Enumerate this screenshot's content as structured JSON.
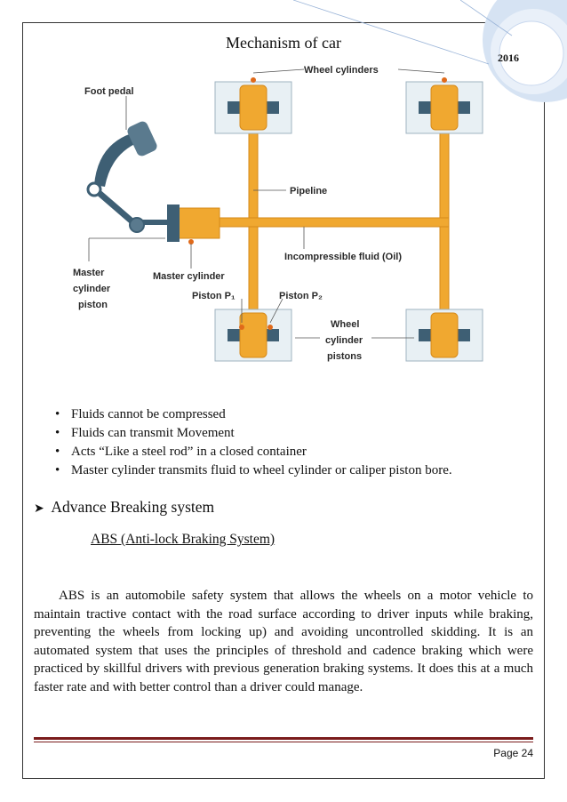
{
  "header": {
    "title": "Mechanism of car",
    "year": "2016"
  },
  "diagram": {
    "labels": {
      "wheel_cylinders": "Wheel cylinders",
      "foot_pedal": "Foot pedal",
      "pipeline": "Pipeline",
      "fluid": "Incompressible fluid (Oil)",
      "master_cylinder": "Master cylinder",
      "master_piston_1": "Master",
      "master_piston_2": "cylinder",
      "master_piston_3": "piston",
      "piston_p1": "Piston P₁",
      "piston_p2": "Piston P₂",
      "wheel_pistons_1": "Wheel",
      "wheel_pistons_2": "cylinder",
      "wheel_pistons_3": "pistons"
    },
    "colors": {
      "fluid": "#f0a830",
      "cylinder": "#e8f0f4",
      "piston": "#3e5f74",
      "accent": "#e06a1a"
    }
  },
  "bullets": [
    "Fluids cannot be compressed",
    "Fluids can transmit Movement",
    "Acts “Like a steel rod” in a closed container",
    "Master cylinder transmits fluid to wheel cylinder or caliper piston bore."
  ],
  "section": {
    "heading": "Advance Breaking system",
    "subheading": "ABS (Anti-lock Braking System)"
  },
  "paragraph": "ABS is an automobile safety system that allows the wheels on a motor vehicle to maintain tractive contact with the road surface according to driver inputs while braking, preventing the wheels from locking up) and avoiding uncontrolled skidding. It is an automated system that uses the principles of threshold and cadence braking which were practiced by skillful drivers with previous generation braking systems. It does this at a much faster rate and with better control than a driver could manage.",
  "footer": {
    "page_label": "Page 24"
  }
}
